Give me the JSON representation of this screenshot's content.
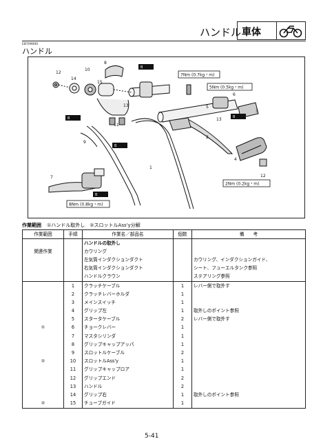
{
  "header": {
    "title": "ハンドル",
    "tag": "車体"
  },
  "doc_code": "EB709000",
  "section_title": "ハンドル",
  "diagram": {
    "part_numbers": [
      "1",
      "2",
      "3",
      "4",
      "5",
      "6",
      "7",
      "8",
      "9",
      "10",
      "11",
      "12",
      "13",
      "14",
      "15"
    ],
    "callouts": {
      "n1": "12",
      "n2": "10",
      "n3": "14",
      "n4": "15",
      "n5": "8",
      "n6": "13",
      "n7": "11",
      "n8": "9",
      "n9": "7",
      "n10": "1",
      "n11": "2",
      "n12": "5",
      "n13": "6",
      "n14": "3",
      "n15": "13",
      "n16": "4",
      "n17": "12"
    },
    "torques": {
      "t1": "7Nm (0.7kg・m)",
      "t2": "5Nm (0.5kg・m)",
      "t3": "2Nm (0.2kg・m)",
      "t4": "8Nm (0.8kg・m)"
    },
    "grease_mark": "B"
  },
  "scope": {
    "label": "作業範囲",
    "items": "①ハンドル取外し　②スロットルAss'y分解"
  },
  "table": {
    "headers": [
      "作業範囲",
      "手順",
      "作業名／部品名",
      "個数",
      "備　　考"
    ],
    "section_heading": "ハンドルの取外し",
    "related_label": "関連作業",
    "related_items": [
      "カウリング",
      "左気筒インダクションダクト",
      "右気筒インダクションダクト",
      "ハンドルクラウン"
    ],
    "related_note_1": "カウリング、インダクションガイド、",
    "related_note_2": "シート、フューエルタンク参照",
    "related_note_3": "ステアリング参照",
    "rows": [
      {
        "no": "1",
        "name": "クラッチケーブル",
        "qty": "1",
        "note": "レバー側で取外す"
      },
      {
        "no": "2",
        "name": "クラッチレバーホルダ",
        "qty": "1",
        "note": ""
      },
      {
        "no": "3",
        "name": "メインスイッチ",
        "qty": "1",
        "note": ""
      },
      {
        "no": "4",
        "name": "グリップ左",
        "qty": "1",
        "note": "取外しのポイント参照"
      },
      {
        "no": "5",
        "name": "スタータケーブル",
        "qty": "2",
        "note": "レバー側で取外す"
      },
      {
        "no": "6",
        "name": "チョークレバー",
        "qty": "1",
        "note": ""
      },
      {
        "no": "7",
        "name": "マスタシリンダ",
        "qty": "1",
        "note": ""
      },
      {
        "no": "8",
        "name": "グリップキャップアッパ",
        "qty": "1",
        "note": ""
      },
      {
        "no": "9",
        "name": "スロットルケーブル",
        "qty": "2",
        "note": ""
      },
      {
        "no": "10",
        "name": "スロットルAss'y",
        "qty": "1",
        "note": ""
      },
      {
        "no": "11",
        "name": "グリップキャップロア",
        "qty": "1",
        "note": ""
      },
      {
        "no": "12",
        "name": "グリップエンド",
        "qty": "2",
        "note": ""
      },
      {
        "no": "13",
        "name": "ハンドル",
        "qty": "2",
        "note": ""
      },
      {
        "no": "14",
        "name": "グリップ右",
        "qty": "1",
        "note": "取外しのポイント参照"
      },
      {
        "no": "15",
        "name": "チューブガイド",
        "qty": "1",
        "note": ""
      }
    ],
    "range_marks": [
      "①",
      "②",
      "②"
    ]
  },
  "page_number": "5-41"
}
